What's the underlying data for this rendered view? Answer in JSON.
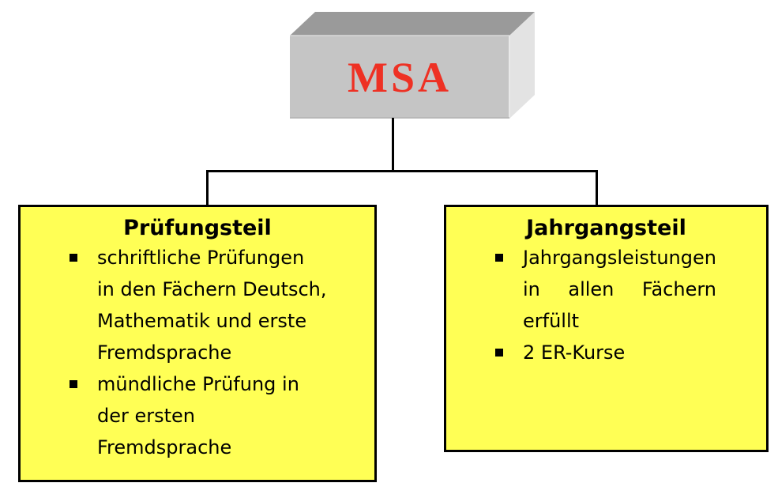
{
  "diagram": {
    "root": {
      "label": "MSA"
    },
    "colors": {
      "background": "#ffffff",
      "msa_text": "#ee3124",
      "cube_front": "#c5c5c5",
      "cube_top": "#9a9a9a",
      "cube_side": "#e3e3e3",
      "cube_edge_highlight": "#e9e9e9",
      "connector": "#000000",
      "box_fill": "#ffff55",
      "box_border": "#000000",
      "text": "#000000"
    },
    "boxes": [
      {
        "id": "pruefungsteil",
        "title": "Prüfungsteil",
        "items": [
          {
            "lines": [
              "schriftliche Prüfungen",
              "in den Fächern Deutsch,",
              "Mathematik und erste",
              "Fremdsprache"
            ]
          },
          {
            "lines": [
              "mündliche Prüfung in",
              "der ersten",
              "Fremdsprache"
            ]
          }
        ]
      },
      {
        "id": "jahrgangsteil",
        "title": "Jahrgangsteil",
        "items": [
          {
            "lines": [
              "Jahrgangsleistungen",
              {
                "justify": true,
                "words": [
                  "in",
                  "allen",
                  "Fächern"
                ]
              },
              "erfüllt"
            ]
          },
          {
            "lines": [
              "2 ER-Kurse"
            ]
          }
        ]
      }
    ]
  }
}
